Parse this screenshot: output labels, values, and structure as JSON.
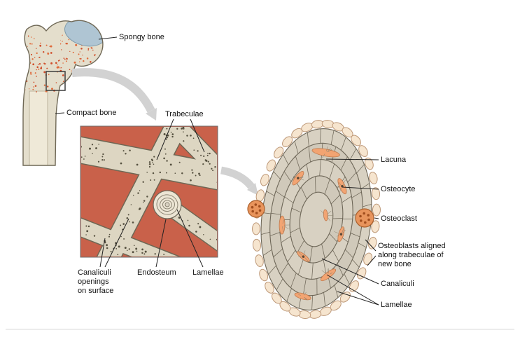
{
  "labels": {
    "spongy_bone": "Spongy bone",
    "compact_bone": "Compact bone",
    "trabeculae": "Trabeculae",
    "canaliculi_openings": "Canaliculi\nopenings\non surface",
    "endosteum": "Endosteum",
    "lamellae_trabecula": "Lamellae",
    "lacuna": "Lacuna",
    "osteocyte": "Osteocyte",
    "osteoclast": "Osteoclast",
    "osteoblasts": "Osteoblasts aligned\nalong trabeculae of\nnew bone",
    "canaliculi": "Canaliculi",
    "lamellae_cross_section": "Lamellae"
  },
  "palette": {
    "bone_beige": "#e4decc",
    "bone_outline": "#6f6856",
    "marrow_red": "#c9614a",
    "cartilage_blue": "#afc5d3",
    "speckle_red": "#cf4d2a",
    "trabecula_fill": "#ddd6c2",
    "cell_gray": "#d8d1c2",
    "cell_outline": "#6e6758",
    "lacuna_orange": "#f2a472",
    "osteoclast_orange": "#e8945c",
    "osteoblast_cream": "#f6e5cf",
    "arrow_gray": "#d2d2d2"
  }
}
